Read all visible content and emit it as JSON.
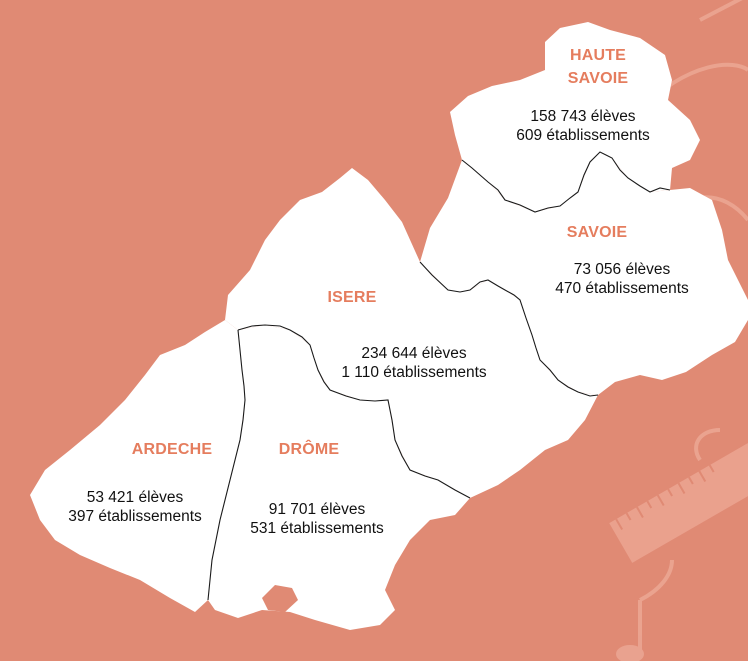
{
  "colors": {
    "background": "#e08a74",
    "region_fill": "#ffffff",
    "label": "#e57d5e",
    "border": "#1a1a1a",
    "decor": "#eba592"
  },
  "departments": [
    {
      "id": "haute-savoie",
      "name": "HAUTE\nSAVOIE",
      "students": "158 743 élèves",
      "schools": "609 établissements"
    },
    {
      "id": "savoie",
      "name": "SAVOIE",
      "students": "73 056 élèves",
      "schools": "470 établissements"
    },
    {
      "id": "isere",
      "name": "ISERE",
      "students": "234 644 élèves",
      "schools": "1 110 établissements"
    },
    {
      "id": "ardeche",
      "name": "ARDECHE",
      "students": "53 421 élèves",
      "schools": "397 établissements"
    },
    {
      "id": "drome",
      "name": "DRÔME",
      "students": "91 701 élèves",
      "schools": "531 établissements"
    }
  ],
  "decorations": [
    "music-note-icon",
    "ruler-icon",
    "set-square-icon"
  ]
}
